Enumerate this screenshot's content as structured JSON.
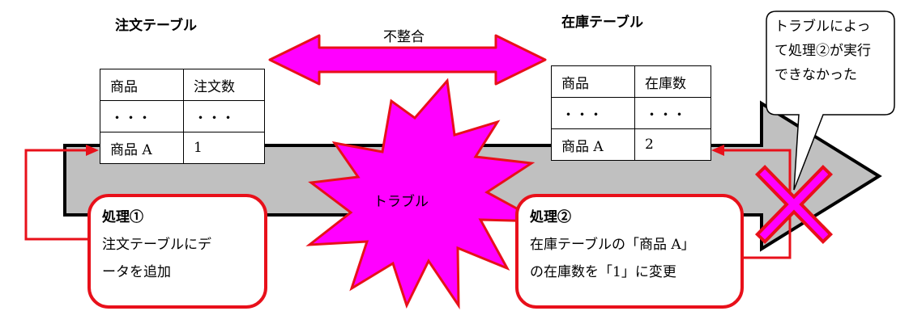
{
  "tables": {
    "order": {
      "title": "注文テーブル",
      "headers": [
        "商品",
        "注文数"
      ],
      "rows": [
        [
          "・・・",
          "・・・"
        ],
        [
          "商品 A",
          "1"
        ]
      ]
    },
    "stock": {
      "title": "在庫テーブル",
      "headers": [
        "商品",
        "在庫数"
      ],
      "rows": [
        [
          "・・・",
          "・・・"
        ],
        [
          "商品 A",
          "2"
        ]
      ]
    }
  },
  "mismatch_label": "不整合",
  "trouble_label": "トラブル",
  "process1": {
    "title": "処理①",
    "lines": [
      "注文テーブルにデ",
      "ータを追加"
    ]
  },
  "process2": {
    "title": "処理②",
    "lines": [
      "在庫テーブルの「商品 A」",
      "の在庫数を「1」に変更"
    ]
  },
  "callout": {
    "lines": [
      "トラブルによっ",
      "て処理②が実行",
      "できなかった"
    ]
  },
  "colors": {
    "magenta": "#ff00ff",
    "red": "#e8101a",
    "gray_arrow": "#c0c0c0"
  }
}
